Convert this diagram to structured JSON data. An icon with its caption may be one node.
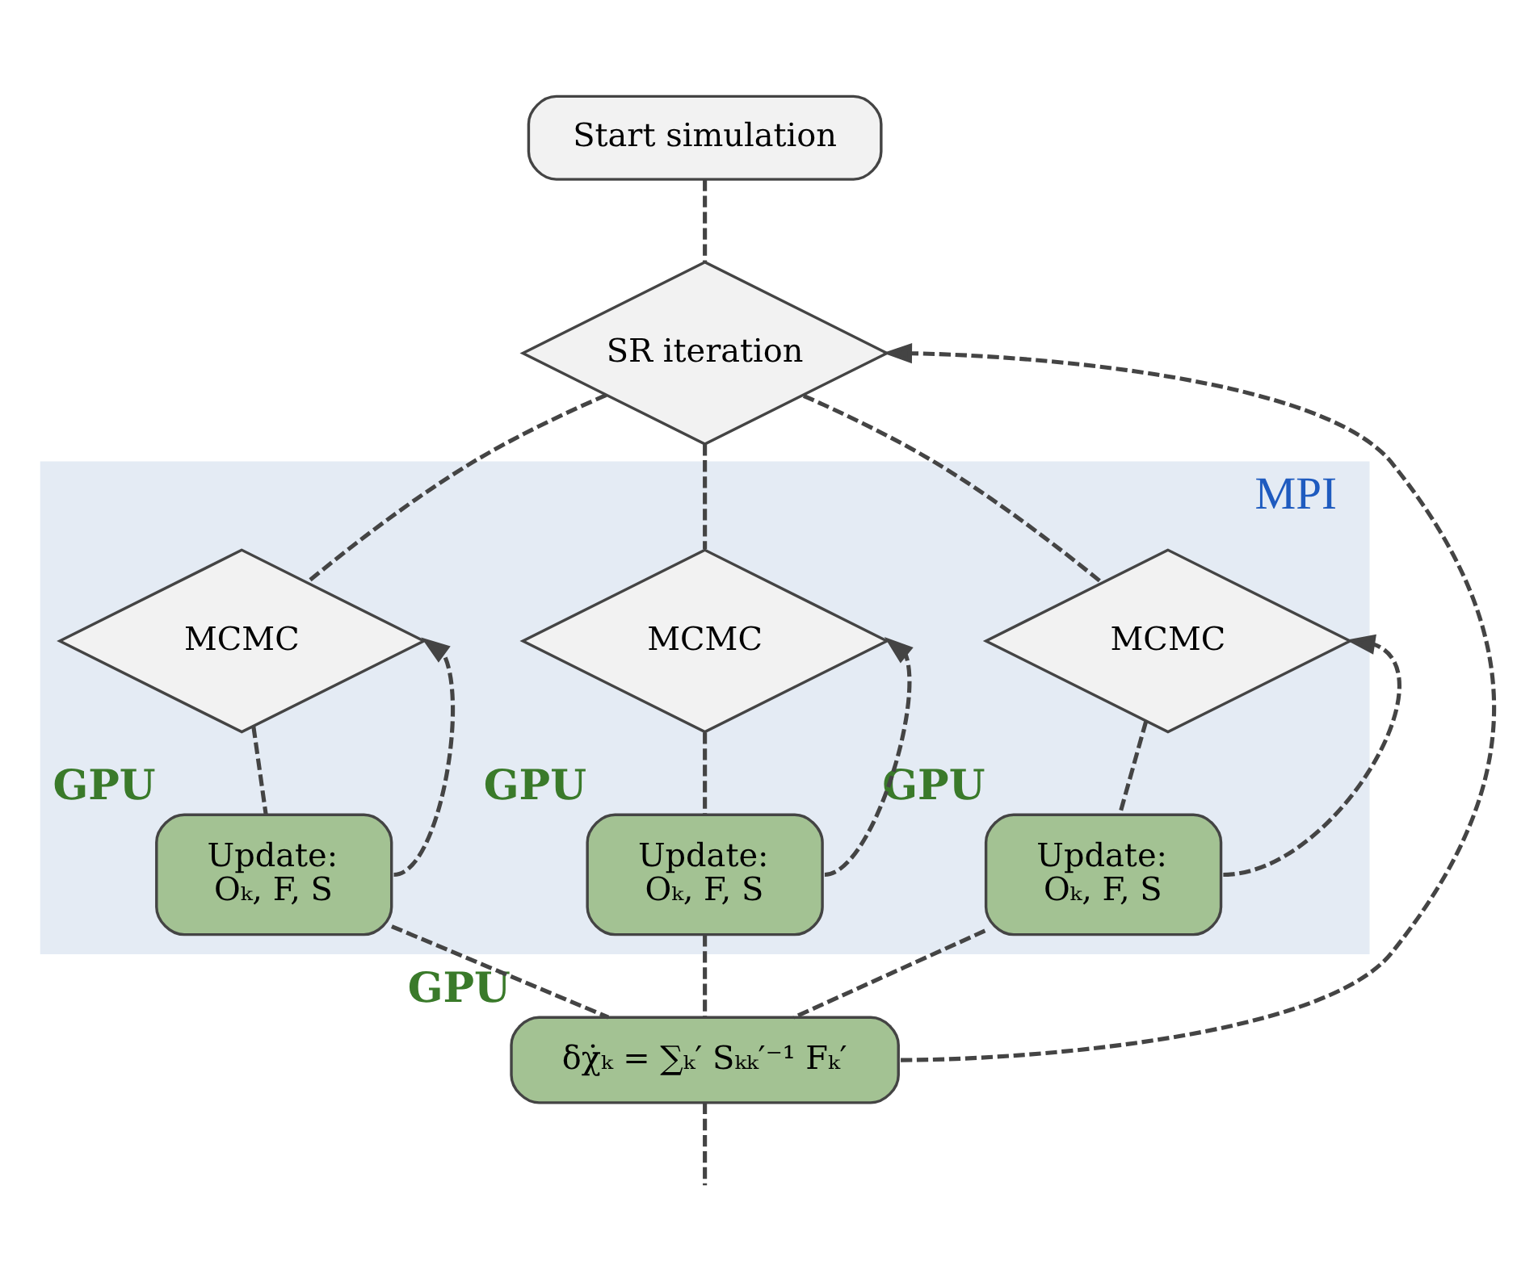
{
  "diagram": {
    "nodes": [
      {
        "text": [
          "Start simulation"
        ]
      },
      {
        "text": [
          "SR iteration"
        ]
      },
      {
        "text": [
          "MPI"
        ]
      },
      {
        "text": [
          "MCMC"
        ],
        "in": 2
      },
      {
        "text": [
          "Update:",
          "Oₖ, F, S"
        ],
        "in": 2,
        "beside": [
          "GPU"
        ]
      },
      {
        "text": [
          "MCMC"
        ],
        "in": 2
      },
      {
        "text": [
          "Update:",
          "Oₖ, F, S"
        ],
        "in": 2,
        "beside": [
          "GPU"
        ]
      },
      {
        "text": [
          "MCMC"
        ],
        "in": 2
      },
      {
        "text": [
          "Update:",
          "Oₖ, F, S"
        ],
        "in": 2,
        "beside": [
          "GPU"
        ]
      },
      {
        "text": [
          "δχ̇ₖ = ∑ₖ′ Sₖₖ′⁻¹ Fₖ′"
        ],
        "beside": [
          "GPU"
        ]
      }
    ],
    "edges": [
      {
        "from": 0,
        "to": 1,
        "arrow": "none",
        "style": "dashed"
      },
      {
        "from": 1,
        "to": 3,
        "arrow": "none",
        "style": "dashed"
      },
      {
        "from": 1,
        "to": 5,
        "arrow": "none",
        "style": "dashed"
      },
      {
        "from": 1,
        "to": 7,
        "arrow": "none",
        "style": "dashed"
      },
      {
        "from": 3,
        "to": 4,
        "arrow": "none",
        "style": "dashed"
      },
      {
        "from": 4,
        "to": 3,
        "arrow": "to",
        "style": "dashed"
      },
      {
        "from": 5,
        "to": 6,
        "arrow": "none",
        "style": "dashed"
      },
      {
        "from": 6,
        "to": 5,
        "arrow": "to",
        "style": "dashed"
      },
      {
        "from": 7,
        "to": 8,
        "arrow": "none",
        "style": "dashed"
      },
      {
        "from": 8,
        "to": 7,
        "arrow": "to",
        "style": "dashed"
      },
      {
        "from": 4,
        "to": 9,
        "arrow": "none",
        "style": "dashed"
      },
      {
        "from": 6,
        "to": 9,
        "arrow": "none",
        "style": "dashed"
      },
      {
        "from": 8,
        "to": 9,
        "arrow": "none",
        "style": "dashed"
      },
      {
        "from": 9,
        "to": 1,
        "arrow": "to",
        "style": "dashed"
      },
      {
        "from": 9,
        "to": null,
        "arrow": "none",
        "style": "dashed"
      }
    ]
  }
}
